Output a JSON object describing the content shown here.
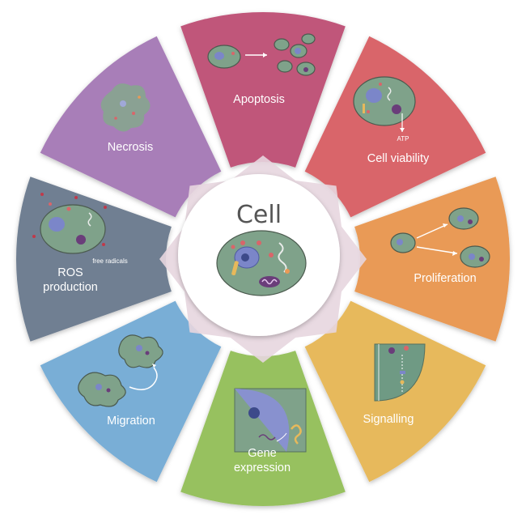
{
  "center": {
    "title": "Cell"
  },
  "segments": [
    {
      "id": "apoptosis",
      "lines": [
        "Apoptosis"
      ],
      "color": "#c0577a"
    },
    {
      "id": "cell-viability",
      "lines": [
        "Cell viability"
      ],
      "color": "#d9656a"
    },
    {
      "id": "proliferation",
      "lines": [
        "Proliferation"
      ],
      "color": "#e99a56"
    },
    {
      "id": "signalling",
      "lines": [
        "Signalling"
      ],
      "color": "#e7b95b"
    },
    {
      "id": "gene-expression",
      "lines": [
        "Gene",
        "expression"
      ],
      "color": "#97c15f"
    },
    {
      "id": "migration",
      "lines": [
        "Migration"
      ],
      "color": "#79aed6"
    },
    {
      "id": "ros-production",
      "lines": [
        "ROS",
        "production"
      ],
      "color": "#6f7f92"
    },
    {
      "id": "necrosis",
      "lines": [
        "Necrosis"
      ],
      "color": "#a87eb8"
    }
  ],
  "annotations": {
    "atp": "ATP",
    "free_radicals": "free radicals"
  },
  "colors": {
    "cell_fill": "#7fa28a",
    "nucleus": "#7b86c9",
    "mito": "#6a3d7a",
    "center_bg": "#ffffff"
  }
}
